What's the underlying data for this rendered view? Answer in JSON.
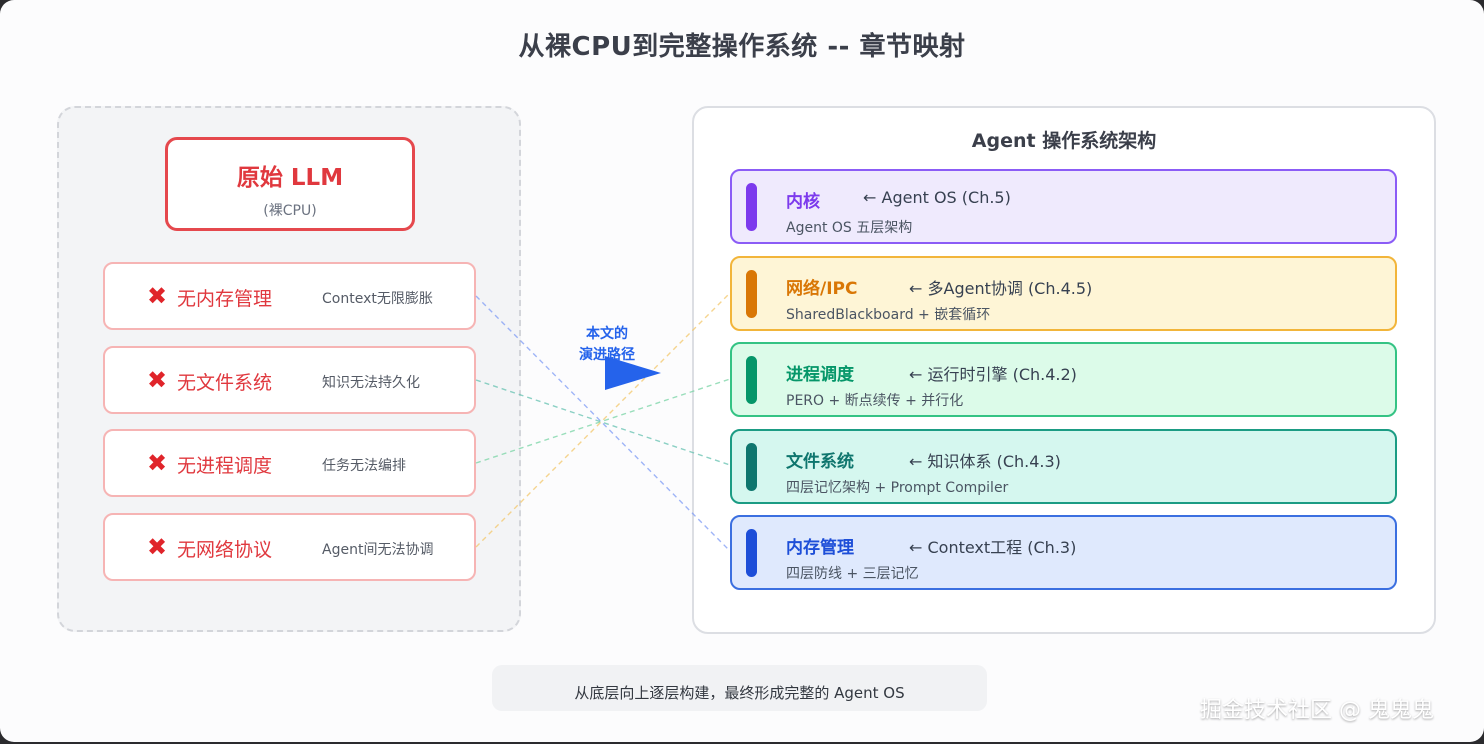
{
  "title": "从裸CPU到完整操作系统 -- 章节映射",
  "raw_llm": {
    "title": "原始 LLM",
    "subtitle": "(裸CPU)"
  },
  "missing": [
    {
      "icon": "✖",
      "label": "无内存管理",
      "desc": "Context无限膨胀"
    },
    {
      "icon": "✖",
      "label": "无文件系统",
      "desc": "知识无法持久化"
    },
    {
      "icon": "✖",
      "label": "无进程调度",
      "desc": "任务无法编排"
    },
    {
      "icon": "✖",
      "label": "无网络协议",
      "desc": "Agent间无法协调"
    }
  ],
  "evolution": {
    "line1": "本文的",
    "line2": "演进路径"
  },
  "agent_os": {
    "title": "Agent 操作系统架构",
    "layers": [
      {
        "name": "内核",
        "ref": "← Agent OS (Ch.5)",
        "desc": "Agent OS 五层架构",
        "color": "#7c3aed",
        "bg": "#efeafd",
        "border": "#8b5cf6"
      },
      {
        "name": "网络/IPC",
        "ref": "← 多Agent协调 (Ch.4.5)",
        "desc": "SharedBlackboard + 嵌套循环",
        "color": "#d97706",
        "bg": "#fef5d6",
        "border": "#f2b53a"
      },
      {
        "name": "进程调度",
        "ref": "← 运行时引擎 (Ch.4.2)",
        "desc": "PERO + 断点续传 + 并行化",
        "color": "#059669",
        "bg": "#dcfbe9",
        "border": "#34c384"
      },
      {
        "name": "文件系统",
        "ref": "← 知识体系 (Ch.4.3)",
        "desc": "四层记忆架构 + Prompt Compiler",
        "color": "#0f766e",
        "bg": "#d5f7ef",
        "border": "#1b9c84"
      },
      {
        "name": "内存管理",
        "ref": "← Context工程 (Ch.3)",
        "desc": "四层防线 + 三层记忆",
        "color": "#1d4ed8",
        "bg": "#dfe9fd",
        "border": "#3b6fe0"
      }
    ]
  },
  "footer_note": "从底层向上逐层构建，最终形成完整的 Agent OS",
  "watermark": "掘金技术社区 @ 鬼鬼鬼"
}
